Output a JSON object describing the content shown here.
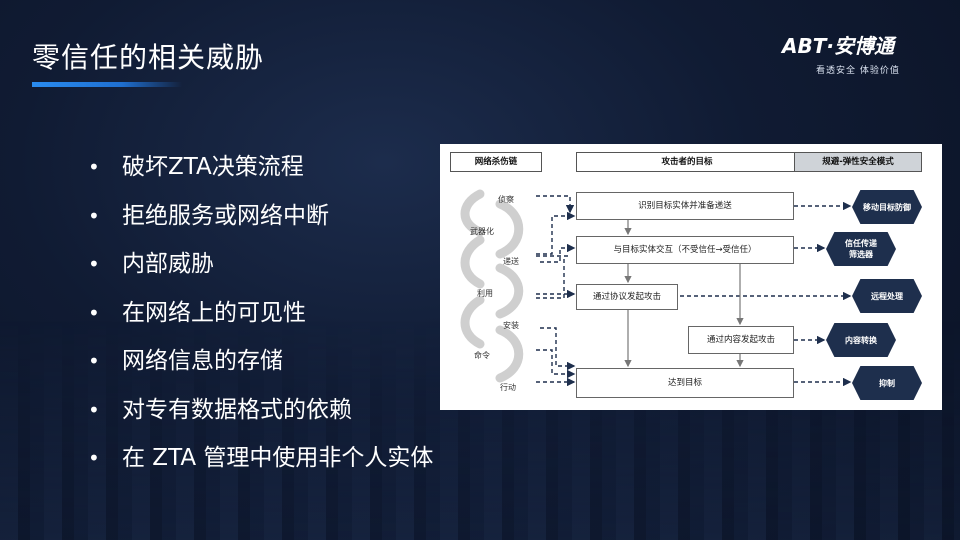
{
  "slide": {
    "title": "零信任的相关威胁",
    "bullets": [
      "破坏ZTA决策流程",
      "拒绝服务或网络中断",
      "内部威胁",
      "在网络上的可见性",
      "网络信息的存储",
      "对专有数据格式的依赖",
      "在 ZTA 管理中使用非个人实体"
    ],
    "bullet_symbol": "•"
  },
  "logo": {
    "text": "ABT·安博通",
    "tagline": "看透安全  体验价值"
  },
  "diagram": {
    "headers": [
      "网络杀伤链",
      "攻击者的目标",
      "规避-弹性安全模式"
    ],
    "stages": [
      "侦察",
      "武器化",
      "递送",
      "利用",
      "安装",
      "命令",
      "行动"
    ],
    "goals": [
      "识别目标实体并准备递送",
      "与目标实体交互（不受信任→受信任）",
      "通过协议发起攻击",
      "通过内容发起攻击",
      "达到目标"
    ],
    "defenses": [
      "移动目标防御",
      "信任传递\n筛选器",
      "远程处理",
      "内容转换",
      "抑制"
    ]
  }
}
